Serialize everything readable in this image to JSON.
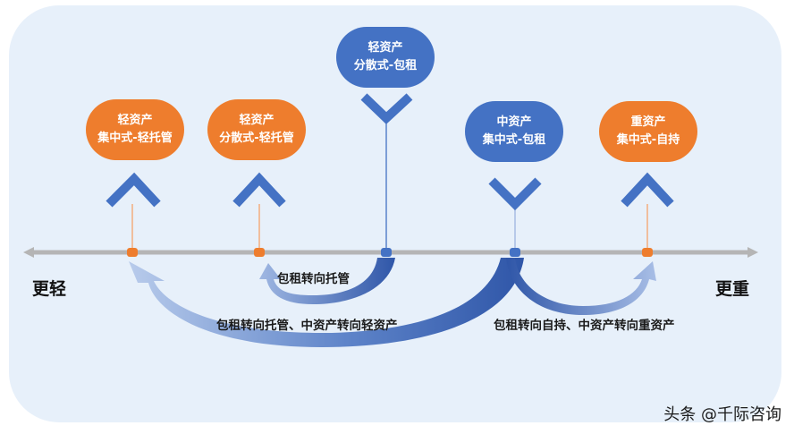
{
  "nodes": [
    {
      "id": "light-centralized-light-managed",
      "line1": "轻资产",
      "line2": "集中式-轻托管",
      "color": "orange"
    },
    {
      "id": "light-dispersed-light-managed",
      "line1": "轻资产",
      "line2": "分散式-轻托管",
      "color": "orange"
    },
    {
      "id": "light-dispersed-sublease",
      "line1": "轻资产",
      "line2": "分散式-包租",
      "color": "blue"
    },
    {
      "id": "medium-centralized-sublease",
      "line1": "中资产",
      "line2": "集中式-包租",
      "color": "blue"
    },
    {
      "id": "heavy-centralized-self-held",
      "line1": "重资产",
      "line2": "集中式-自持",
      "color": "orange"
    }
  ],
  "axis": {
    "left_label": "更轻",
    "right_label": "更重"
  },
  "captions": {
    "sublease_to_managed": "包租转向托管",
    "sublease_to_managed_medium_to_light": "包租转向托管、中资产转向轻资产",
    "sublease_to_held_medium_to_heavy": "包租转向自持、中资产转向重资产"
  },
  "watermark": "头条 @千际咨询",
  "colors": {
    "orange": "#ee7d2d",
    "blue": "#4472c4",
    "axis": "#b5b5b5",
    "panel": "#e7f0fa"
  }
}
